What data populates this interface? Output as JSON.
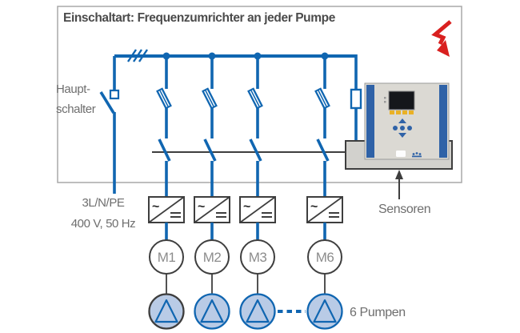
{
  "colors": {
    "blue": "#1066b1",
    "pump_fill": "#b9cbe6",
    "red": "#d9201f",
    "text_gray": "#6e6e6e",
    "title_gray": "#4b4b4b",
    "line_dark": "#3e3e3e",
    "frame_gray": "#a8a8a8",
    "motor_label_gray": "#8c8c8c",
    "controller_body": "#dbd9d3",
    "controller_base": "#d2d1cd",
    "controller_bar_blue": "#2f62a7",
    "button_yellow": "#e9b126",
    "screen_black": "#15171b"
  },
  "icons": {
    "lightning": "⚡"
  },
  "diagram": {
    "title": "Einschaltart: Frequenzumrichter an jeder Pumpe",
    "main_switch_label": {
      "line1": "Haupt-",
      "line2": "schalter"
    },
    "supply_label": {
      "line1": "3L/N/PE",
      "line2": "400 V, 50 Hz"
    },
    "sensors_label": "Sensoren",
    "pumps_label": "6 Pumpen",
    "converter_symbol": "~",
    "motors": [
      "M1",
      "M2",
      "M3",
      "M6"
    ]
  }
}
